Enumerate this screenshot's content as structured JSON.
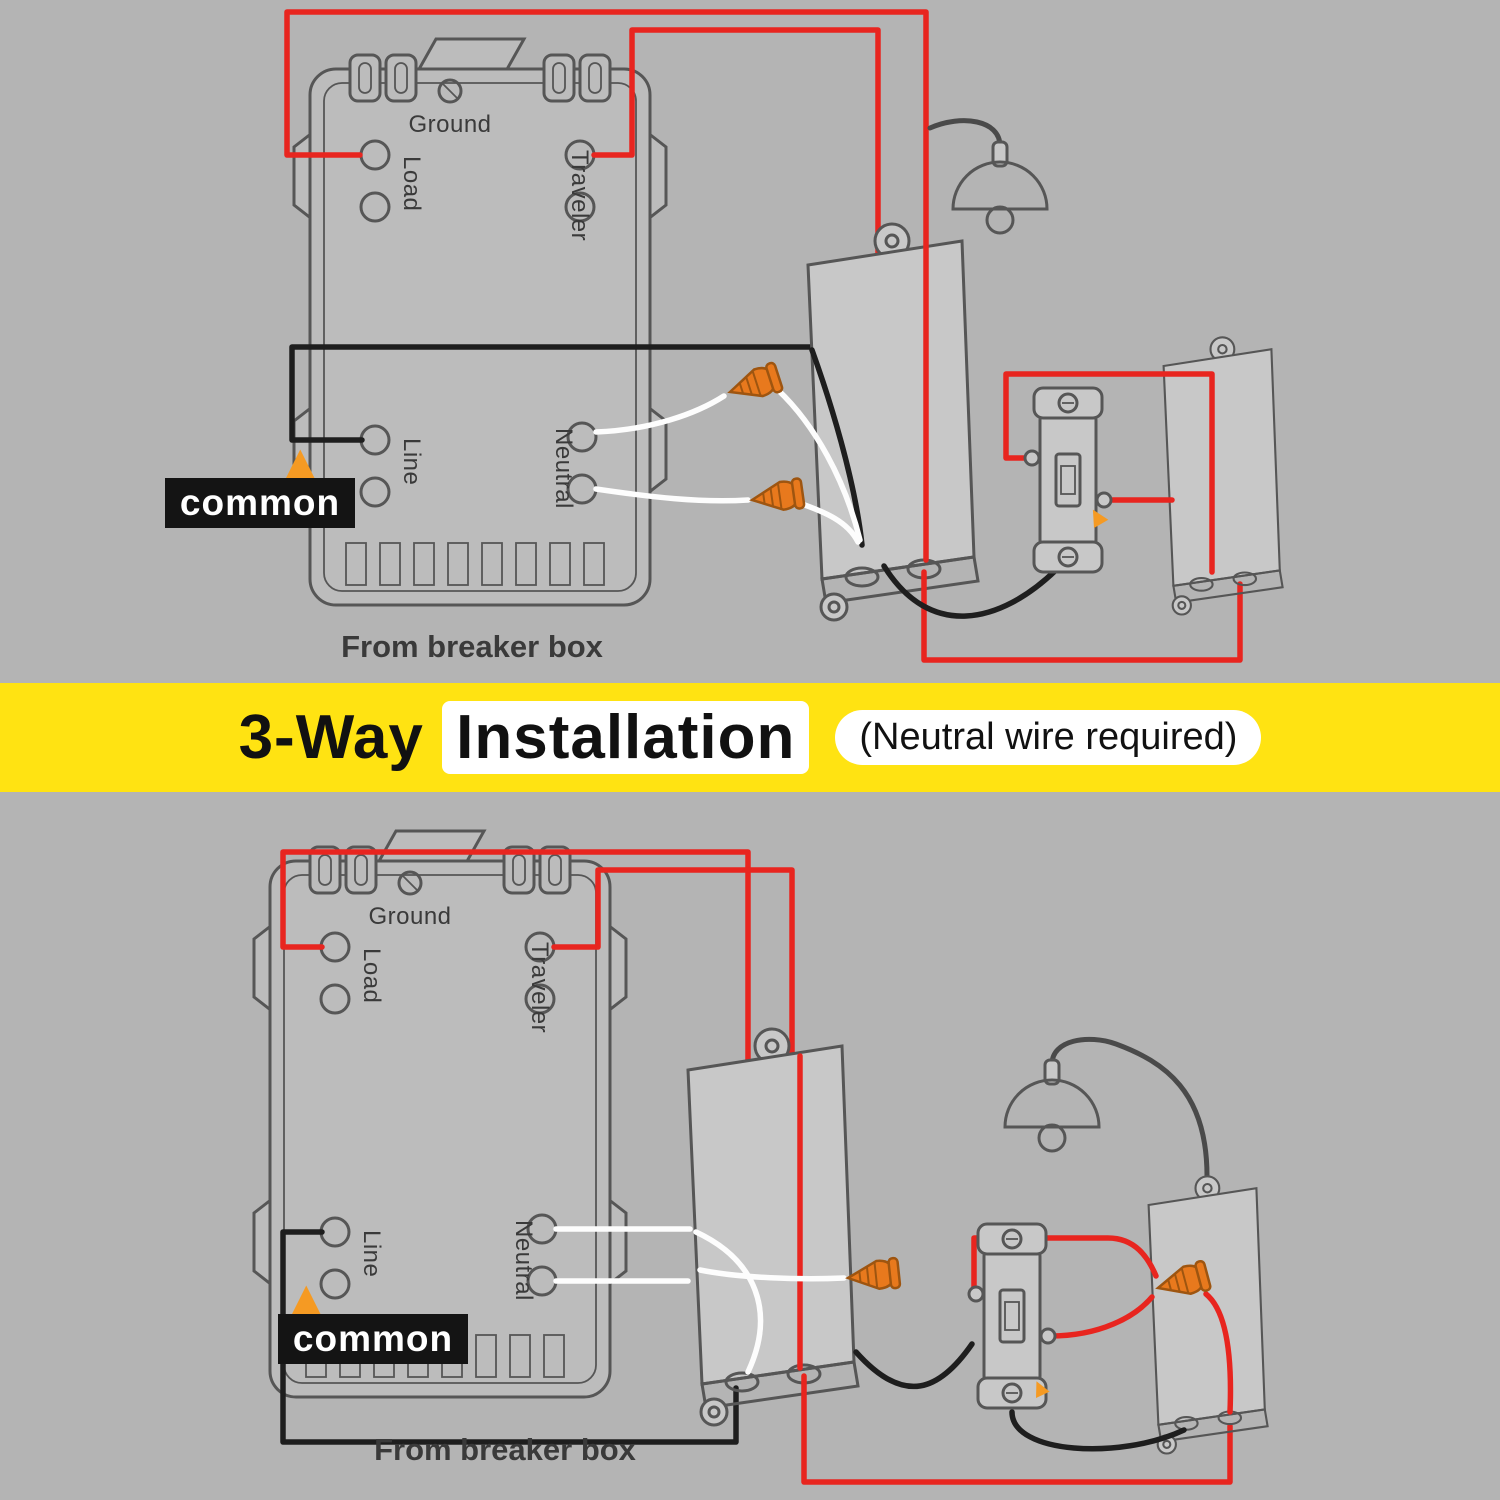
{
  "banner": {
    "title_prefix": "3-Way",
    "title_highlight": "Installation",
    "subtitle": "(Neutral wire required)"
  },
  "top_diagram": {
    "labels": {
      "ground": "Ground",
      "load": "Load",
      "traveler": "Traveler",
      "line": "Line",
      "neutral": "Neutral"
    },
    "common_label": "common",
    "from_breaker_label": "From breaker box"
  },
  "bottom_diagram": {
    "labels": {
      "ground": "Ground",
      "load": "Load",
      "traveler": "Traveler",
      "line": "Line",
      "neutral": "Neutral"
    },
    "common_label": "common",
    "from_breaker_label": "From breaker box"
  },
  "colors": {
    "background": "#b4b4b4",
    "outline": "#565656",
    "banner_background": "#ffe312",
    "banner_text": "#111111",
    "highlight_background": "#ffffff",
    "wire_red": "#e8251f",
    "wire_black": "#1e1e1e",
    "wire_white": "#fdfdfd",
    "wire_nut_orange": "#e8791d",
    "arrow_orange": "#f59a23",
    "common_badge_background": "#141414",
    "common_badge_text": "#ffffff"
  }
}
